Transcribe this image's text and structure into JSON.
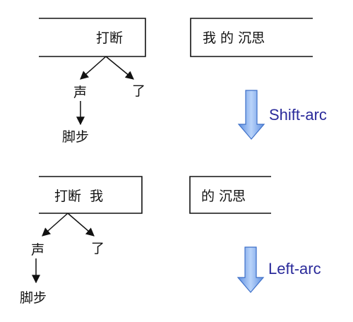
{
  "panel1": {
    "stack_text": "打断",
    "buffer_text": "我 的 沉思",
    "tree": {
      "root": "打断",
      "left_child": "声",
      "right_child": "了",
      "grandchild": "脚步"
    }
  },
  "transition1": {
    "label": "Shift-arc"
  },
  "panel2": {
    "stack_text": "打断  我",
    "buffer_text": "的 沉思",
    "tree": {
      "left_child": "声",
      "right_child": "了",
      "grandchild": "脚步"
    }
  },
  "transition2": {
    "label": "Left-arc"
  },
  "colors": {
    "arrow_fill": "#8fb8f0",
    "arrow_stroke": "#3d6fc8",
    "label": "#2a2a9a",
    "line": "#111111"
  }
}
